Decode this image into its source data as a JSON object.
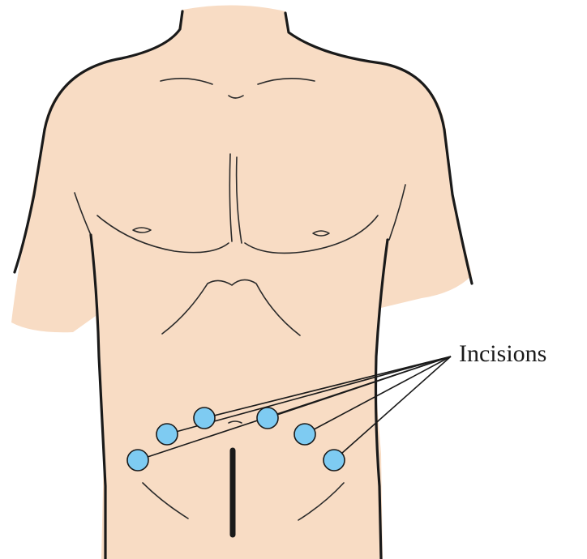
{
  "figure": {
    "callout": {
      "label": "Incisions"
    },
    "incisions": {
      "port_count": 6,
      "midline_count": 1
    },
    "colors": {
      "skin": "#f8dcc4",
      "port": "#7ecbf2",
      "outline": "#1a1a1a",
      "background": "#ffffff"
    }
  }
}
